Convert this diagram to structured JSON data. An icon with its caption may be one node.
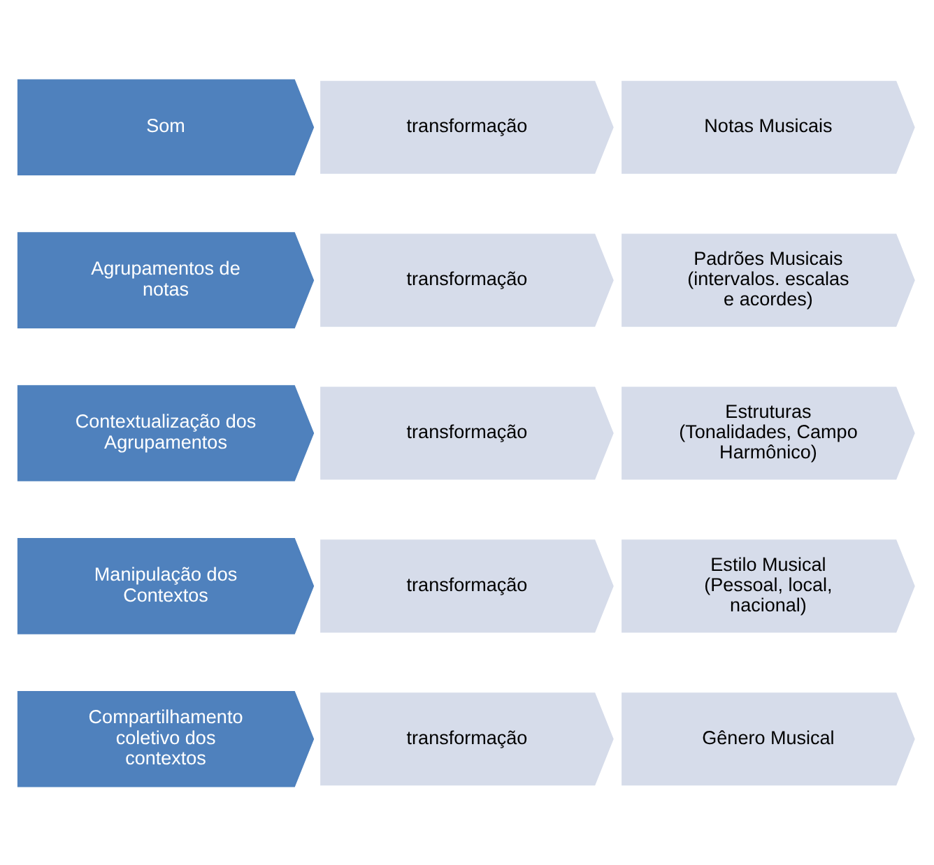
{
  "diagram": {
    "nodes": [
      {
        "text": [
          "Som"
        ]
      },
      {
        "text": [
          "transformação"
        ]
      },
      {
        "text": [
          "Notas Musicais"
        ]
      },
      {
        "text": [
          "Agrupamentos de notas"
        ]
      },
      {
        "text": [
          "transformação"
        ]
      },
      {
        "text": [
          "Padrões Musicais (intervalos. escalas e acordes)"
        ]
      },
      {
        "text": [
          "Contextualização dos Agrupamentos"
        ]
      },
      {
        "text": [
          "transformação"
        ]
      },
      {
        "text": [
          "Estruturas (Tonalidades, Campo Harmônico)"
        ]
      },
      {
        "text": [
          "Manipulação dos Contextos"
        ]
      },
      {
        "text": [
          "transformação"
        ]
      },
      {
        "text": [
          "Estilo Musical (Pessoal, local, nacional)"
        ]
      },
      {
        "text": [
          "Compartilhamento coletivo dos contextos"
        ]
      },
      {
        "text": [
          "transformação"
        ]
      },
      {
        "text": [
          "Gênero Musical"
        ]
      }
    ]
  }
}
